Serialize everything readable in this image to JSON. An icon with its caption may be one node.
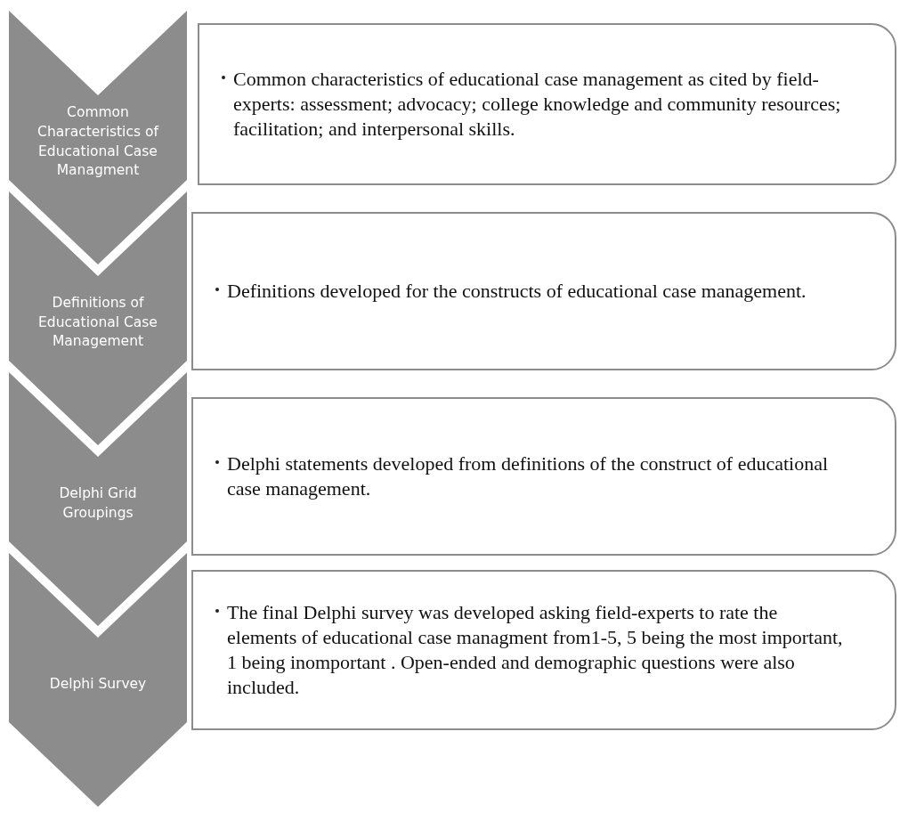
{
  "diagram": {
    "nodes": [
      {
        "text": [
          "Common Characteristics of Educational Case Managment"
        ]
      },
      {
        "text": [
          "Common characteristics of educational case management as cited by field-experts: assessment; advocacy; college knowledge and community resources; facilitation; and interpersonal skills."
        ]
      },
      {
        "text": [
          "Definitions of Educational Case Management"
        ]
      },
      {
        "text": [
          "Definitions developed for the constructs of educational case management."
        ]
      },
      {
        "text": [
          "Delphi Grid Groupings"
        ]
      },
      {
        "text": [
          "Delphi statements developed from definitions of the construct of educational case management."
        ]
      },
      {
        "text": [
          "Delphi Survey"
        ]
      },
      {
        "text": [
          "The final Delphi survey was developed asking field-experts to rate the elements of educational case managment from1-5, 5 being the most important, 1 being inomportant . Open-ended and demographic questions were also included."
        ]
      }
    ]
  }
}
